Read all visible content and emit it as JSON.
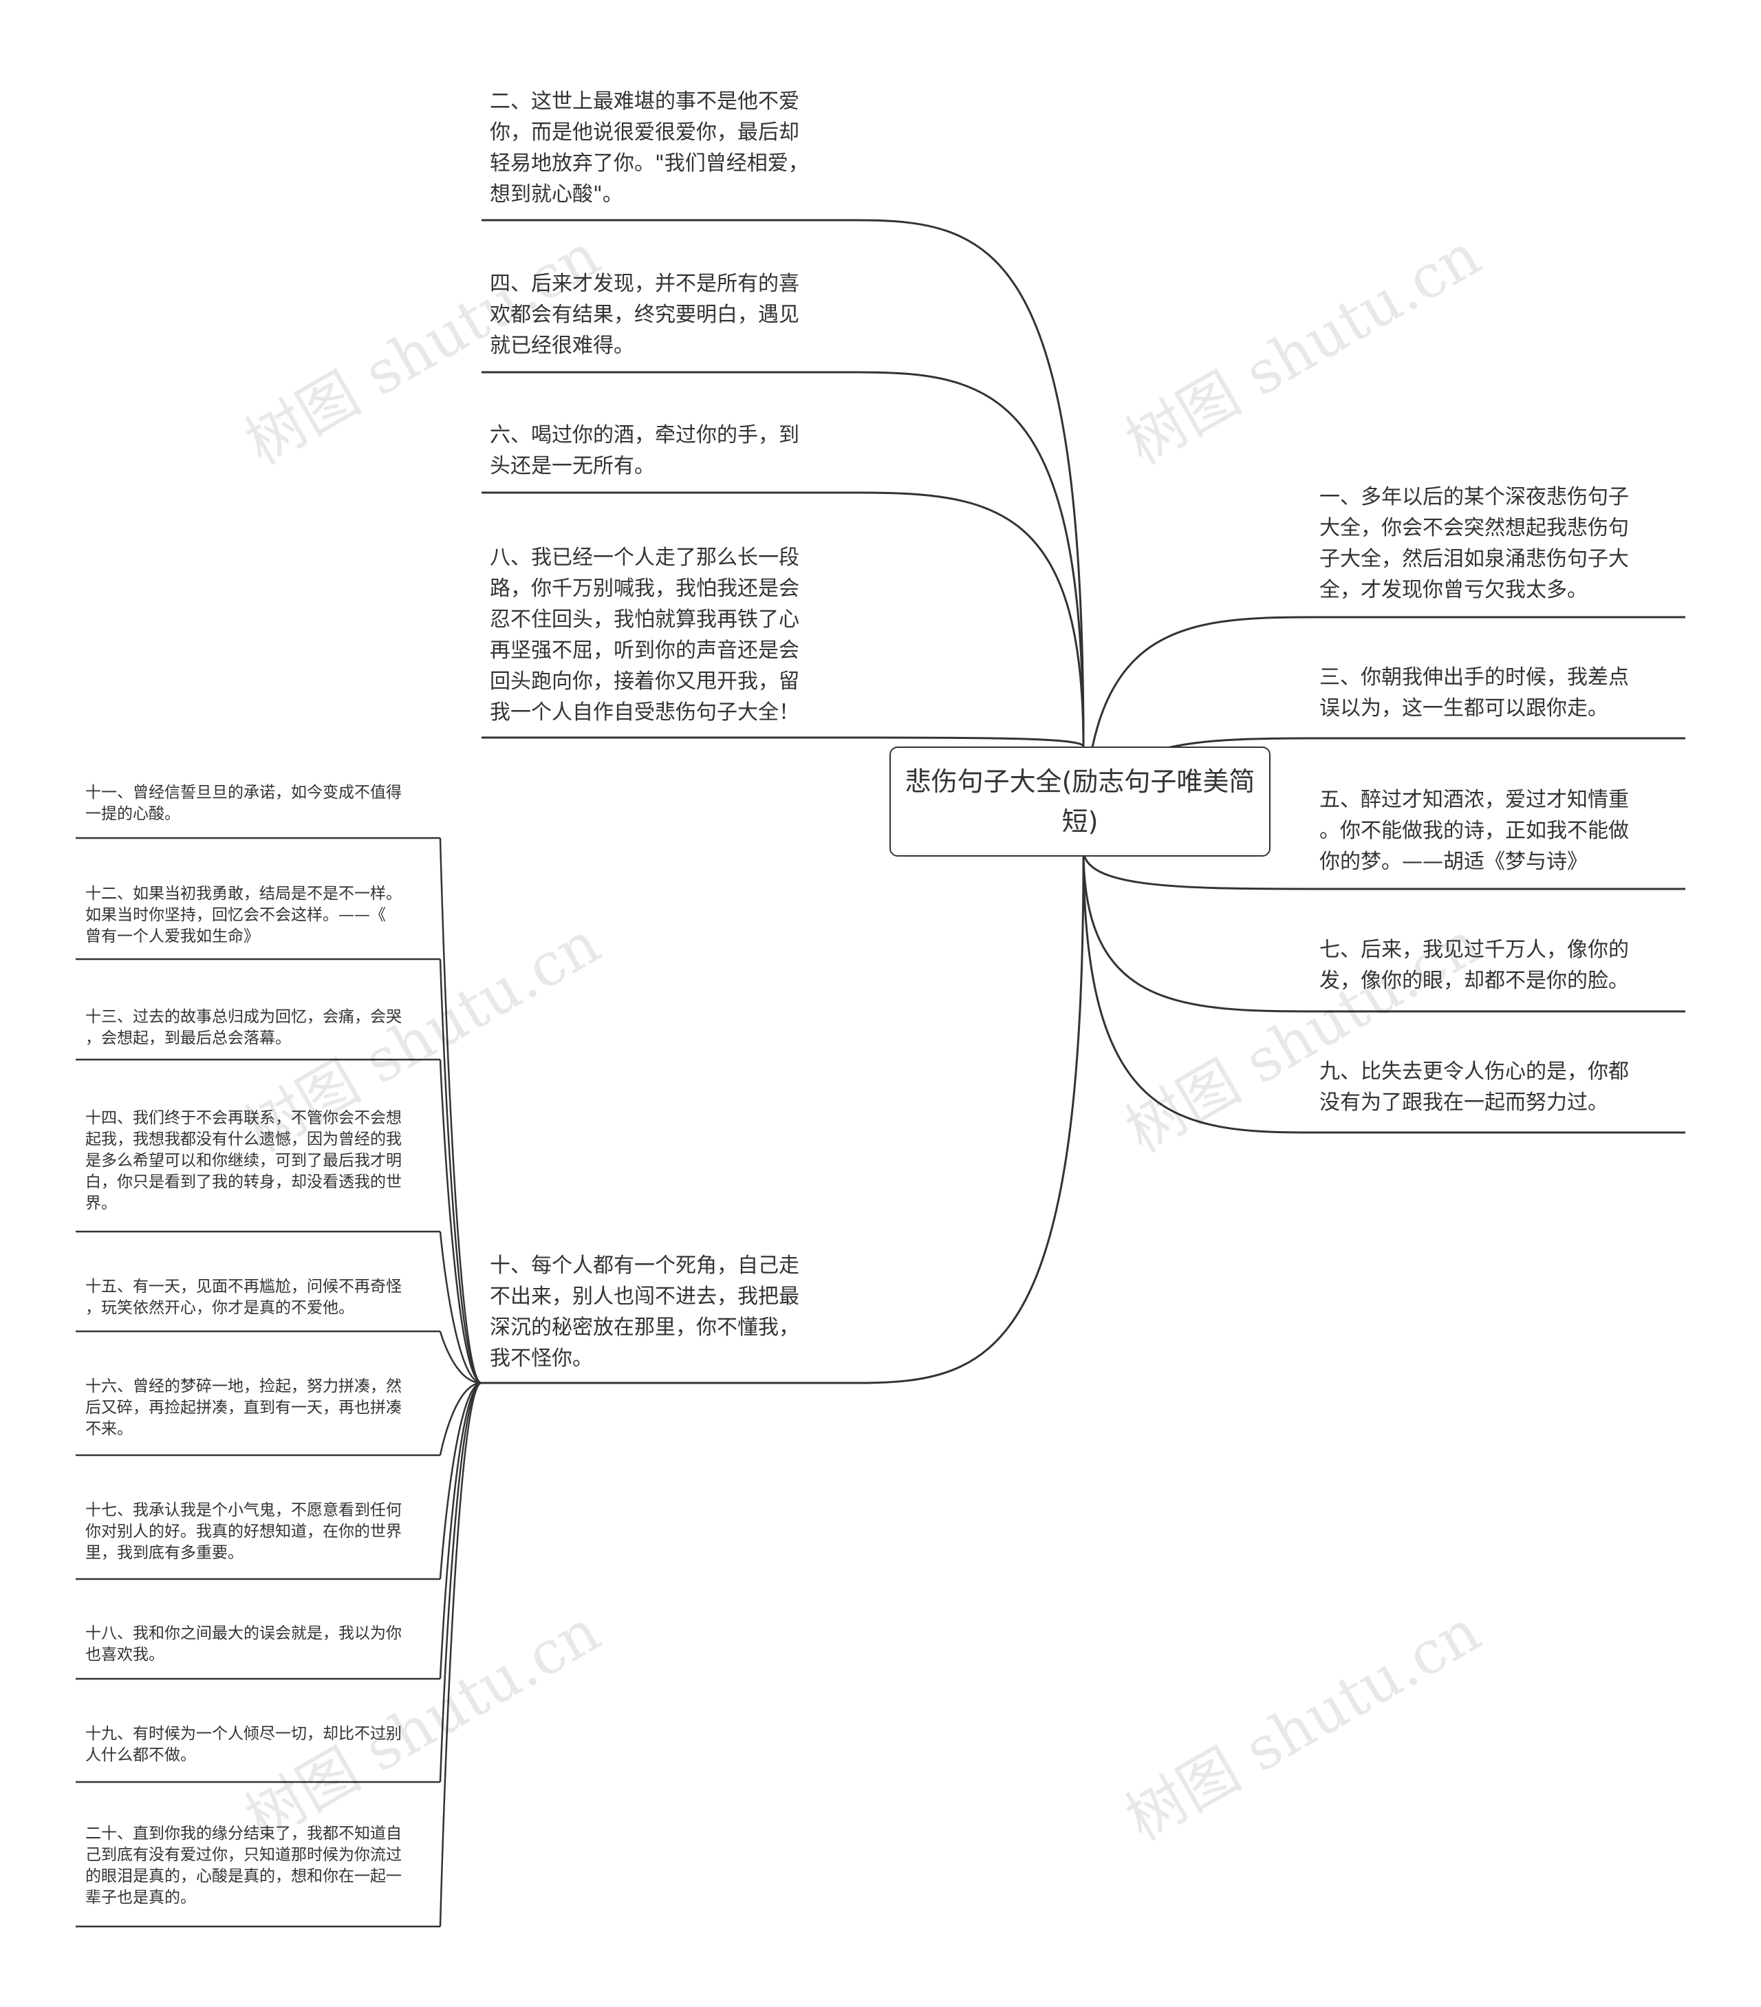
{
  "root": {
    "title": "悲伤句子大全(励志句子唯美简短)"
  },
  "watermark": "树图 shutu.cn",
  "right_branches": [
    {
      "text": "一、多年以后的某个深夜悲伤句子\n大全，你会不会突然想起我悲伤句\n子大全，然后泪如泉涌悲伤句子大\n全，才发现你曾亏欠我太多。"
    },
    {
      "text": "三、你朝我伸出手的时候，我差点\n误以为，这一生都可以跟你走。"
    },
    {
      "text": "五、醉过才知酒浓，爱过才知情重\n。你不能做我的诗，正如我不能做\n你的梦。——胡适《梦与诗》"
    },
    {
      "text": "七、后来，我见过千万人，像你的\n发，像你的眼，却都不是你的脸。"
    },
    {
      "text": "九、比失去更令人伤心的是，你都\n没有为了跟我在一起而努力过。"
    }
  ],
  "left_branches": [
    {
      "text": "二、这世上最难堪的事不是他不爱\n你，而是他说很爱很爱你，最后却\n轻易地放弃了你。\"我们曾经相爱，\n想到就心酸\"。"
    },
    {
      "text": "四、后来才发现，并不是所有的喜\n欢都会有结果，终究要明白，遇见\n就已经很难得。"
    },
    {
      "text": "六、喝过你的酒，牵过你的手，到\n头还是一无所有。"
    },
    {
      "text": "八、我已经一个人走了那么长一段\n路，你千万别喊我，我怕我还是会\n忍不住回头，我怕就算我再铁了心\n再坚强不屈，听到你的声音还是会\n回头跑向你，接着你又甩开我，留\n我一个人自作自受悲伤句子大全！"
    },
    {
      "text": "十、每个人都有一个死角，自己走\n不出来，别人也闯不进去，我把最\n深沉的秘密放在那里，你不懂我，\n我不怪你。"
    }
  ],
  "sub_branches": [
    {
      "text": "十一、曾经信誓旦旦的承诺，如今变成不值得\n一提的心酸。"
    },
    {
      "text": "十二、如果当初我勇敢，结局是不是不一样。\n如果当时你坚持，回忆会不会这样。——《\n曾有一个人爱我如生命》"
    },
    {
      "text": "十三、过去的故事总归成为回忆，会痛，会哭\n，会想起，到最后总会落幕。"
    },
    {
      "text": "十四、我们终于不会再联系，不管你会不会想\n起我，我想我都没有什么遗憾，因为曾经的我\n是多么希望可以和你继续，可到了最后我才明\n白，你只是看到了我的转身，却没看透我的世\n界。"
    },
    {
      "text": "十五、有一天，见面不再尴尬，问候不再奇怪\n，玩笑依然开心，你才是真的不爱他。"
    },
    {
      "text": "十六、曾经的梦碎一地，捡起，努力拼凑，然\n后又碎，再捡起拼凑，直到有一天，再也拼凑\n不来。"
    },
    {
      "text": "十七、我承认我是个小气鬼，不愿意看到任何\n你对别人的好。我真的好想知道，在你的世界\n里，我到底有多重要。"
    },
    {
      "text": "十八、我和你之间最大的误会就是，我以为你\n也喜欢我。"
    },
    {
      "text": "十九、有时候为一个人倾尽一切，却比不过别\n人什么都不做。"
    },
    {
      "text": "二十、直到你我的缘分结束了，我都不知道自\n己到底有没有爱过你，只知道那时候为你流过\n的眼泪是真的，心酸是真的，想和你在一起一\n辈子也是真的。"
    }
  ]
}
